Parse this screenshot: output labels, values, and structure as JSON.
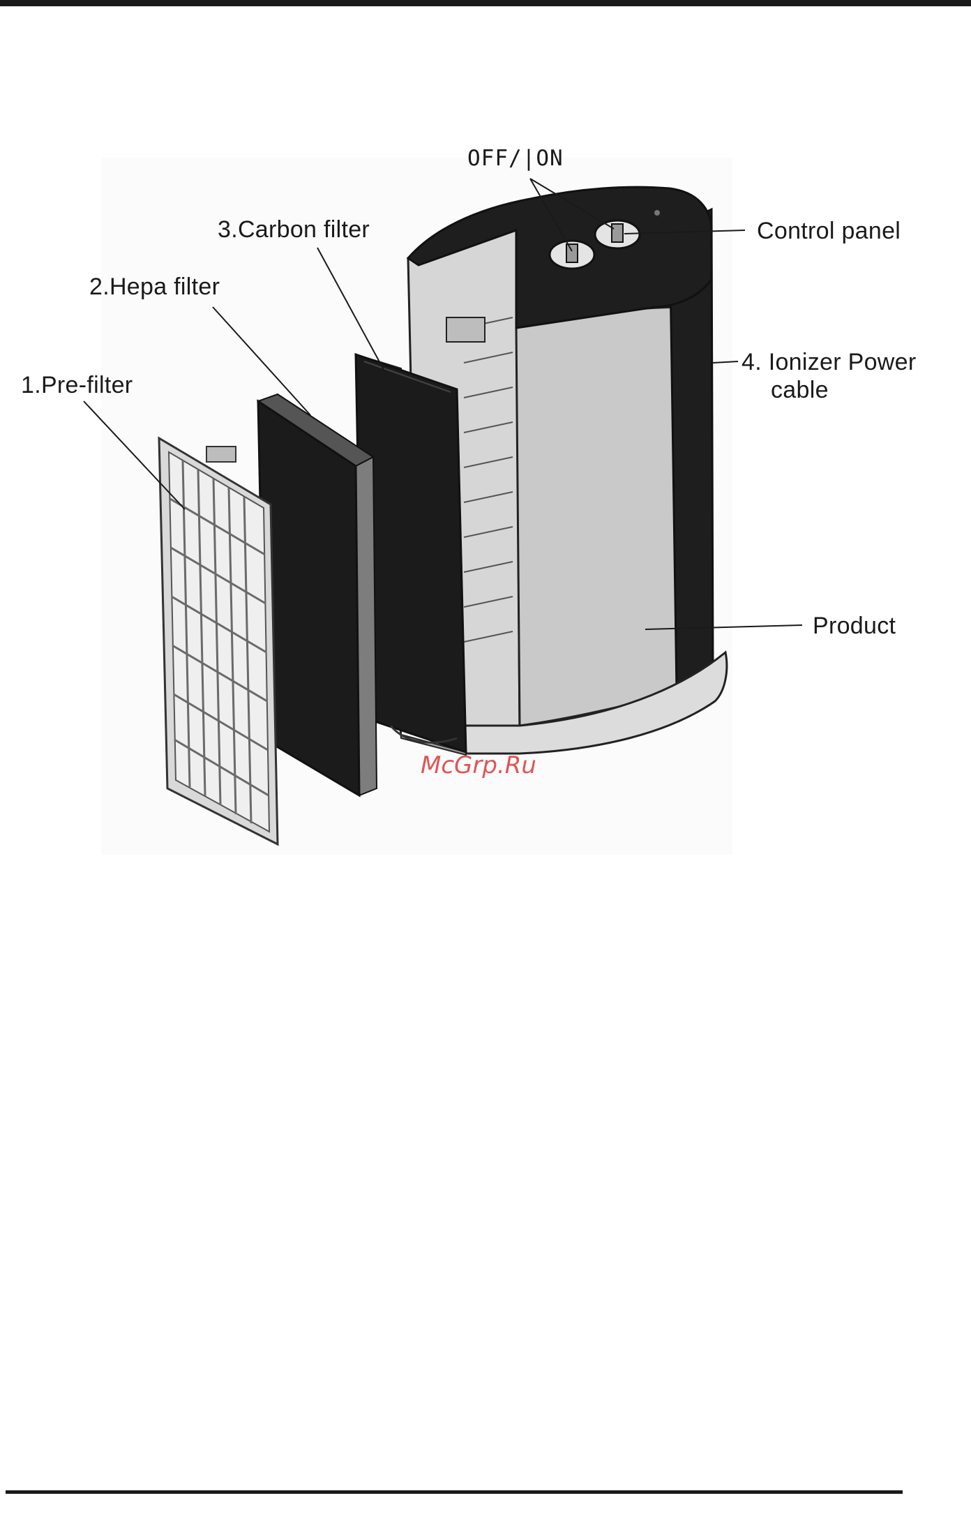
{
  "labels": {
    "switch": "OFF/|ON",
    "control_panel": "Control panel",
    "carbon_filter": "3.Carbon filter",
    "hepa_filter": "2.Hepa filter",
    "pre_filter": "1.Pre-filter",
    "ionizer_line1": "4. Ionizer Power",
    "ionizer_line2": "cable",
    "product": "Product"
  },
  "watermark": "McGrp.Ru",
  "colors": {
    "ink": "#1a1a1a",
    "housing_light": "#c9c9c9",
    "housing_dark": "#1e1e1e",
    "filter_dark": "#1b1b1b",
    "frame_gray": "#b8b8b8",
    "watermark": "#e05555"
  }
}
